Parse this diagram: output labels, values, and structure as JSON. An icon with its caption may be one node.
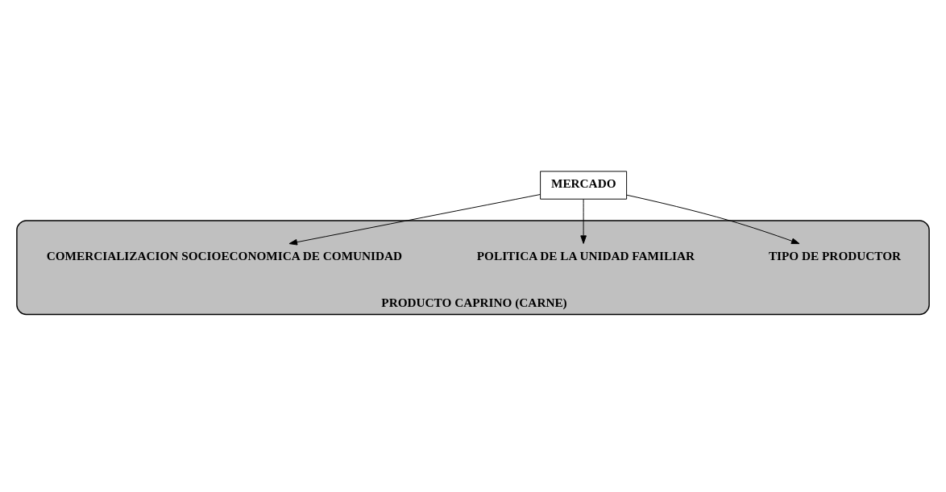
{
  "diagram": {
    "nodes": [
      {
        "text": [
          "PRODUCTO CAPRINO (CARNE)"
        ]
      },
      {
        "text": [
          "MERCADO"
        ]
      },
      {
        "text": [
          "TIPO DE PRODUCTOR"
        ],
        "in": 0
      },
      {
        "text": [
          "POLITICA DE LA UNIDAD FAMILIAR"
        ],
        "in": 0
      },
      {
        "text": [
          "COMERCIALIZACION SOCIOECONOMICA DE COMUNIDAD"
        ],
        "in": 0
      }
    ],
    "edges": [
      {
        "from": 1,
        "to": 2,
        "arrow": "to"
      },
      {
        "from": 1,
        "to": 3,
        "arrow": "to"
      },
      {
        "from": 1,
        "to": 4,
        "arrow": "to"
      }
    ]
  }
}
